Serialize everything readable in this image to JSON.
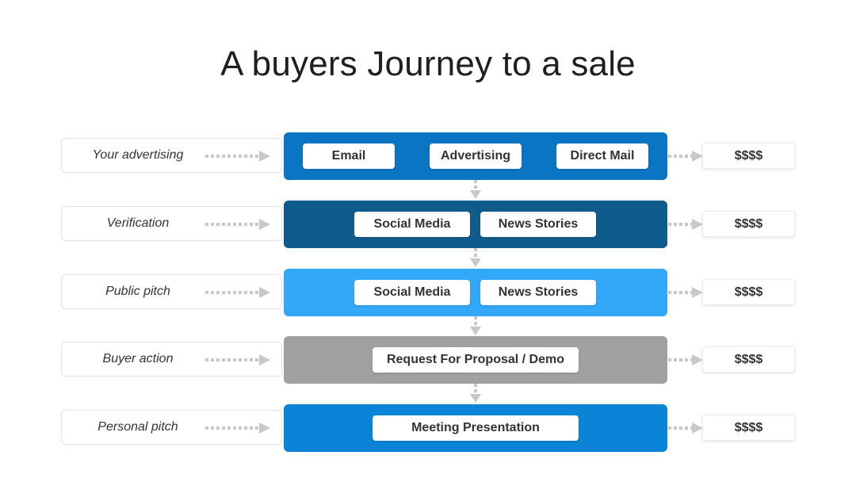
{
  "title": "A buyers Journey to a sale",
  "colors": {
    "advertising": "#0a75c2",
    "verification": "#0f5c8c",
    "public_pitch": "#33a8f8",
    "buyer_action": "#a0a0a0",
    "personal_pitch": "#0a84d6",
    "arrow": "#c8c8c8"
  },
  "rows": [
    {
      "label": "Your advertising",
      "chips": [
        "Email",
        "Advertising",
        "Direct Mail"
      ],
      "value": "$$$$"
    },
    {
      "label": "Verification",
      "chips": [
        "Social Media",
        "News Stories"
      ],
      "value": "$$$$"
    },
    {
      "label": "Public pitch",
      "chips": [
        "Social Media",
        "News Stories"
      ],
      "value": "$$$$"
    },
    {
      "label": "Buyer action",
      "chips": [
        "Request For Proposal / Demo"
      ],
      "value": "$$$$"
    },
    {
      "label": "Personal pitch",
      "chips": [
        "Meeting Presentation"
      ],
      "value": "$$$$"
    }
  ]
}
